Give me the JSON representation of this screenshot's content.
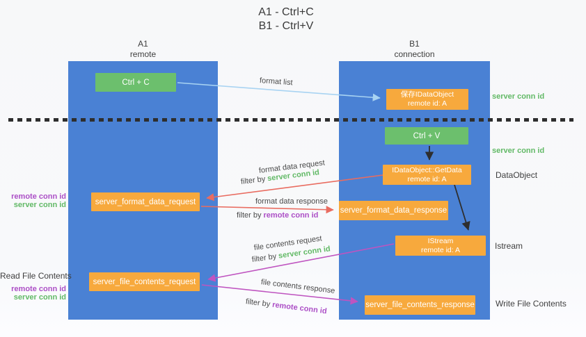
{
  "title": {
    "line1": "A1 - Ctrl+C",
    "line2": "B1 - Ctrl+V"
  },
  "lanes": {
    "left": {
      "name": "A1",
      "subtitle": "remote"
    },
    "right": {
      "name": "B1",
      "subtitle": "connection"
    }
  },
  "nodes": {
    "ctrl_c": "Ctrl + C",
    "save": {
      "line1": "保存IDataObject",
      "line2": "remote id: A"
    },
    "ctrl_v": "Ctrl + V",
    "getdata": {
      "line1": "IDataObject::GetData",
      "line2": "remote id: A"
    },
    "format_request": "server_format_data_request",
    "format_response": "server_format_data_response",
    "istream": {
      "line1": "IStream",
      "line2": "remote id: A"
    },
    "file_request": "server_file_contents_request",
    "file_response": "server_file_contents_response"
  },
  "annotations": {
    "server_conn_right1": "server conn id",
    "server_conn_right2": "server conn id",
    "dataobject": "DataObject",
    "istream": "Istream",
    "write_file": "Write File Contents",
    "read_file": "Read File Contents",
    "remote_conn_left1": "remote conn id",
    "server_conn_left1": "server conn id",
    "remote_conn_left2": "remote conn id",
    "server_conn_left2": "server conn id"
  },
  "arrow_labels": {
    "format_list": "format list",
    "format_data_request": "format data request",
    "format_data_response": "format data response",
    "file_contents_request": "file contents request",
    "file_contents_response": "file contents response",
    "filter_by_1": "filter by ",
    "filter_server_1": "server conn id",
    "filter_by_2": "filter by ",
    "filter_remote_1": "remote conn id",
    "filter_by_3": "filter by ",
    "filter_server_2": "server conn id",
    "filter_by_4": "filter by ",
    "filter_remote_2": "remote conn id"
  },
  "colors": {
    "lane_blue": "#4a81d4",
    "box_green": "#6cbf6d",
    "box_orange": "#f7a93d",
    "text_green": "#62b966",
    "text_purple": "#ac4fc6",
    "arrow_red": "#e96c60",
    "arrow_magenta": "#bf54c0",
    "arrow_lightblue": "#a8d3f2",
    "arrow_black": "#2e2e2e"
  }
}
